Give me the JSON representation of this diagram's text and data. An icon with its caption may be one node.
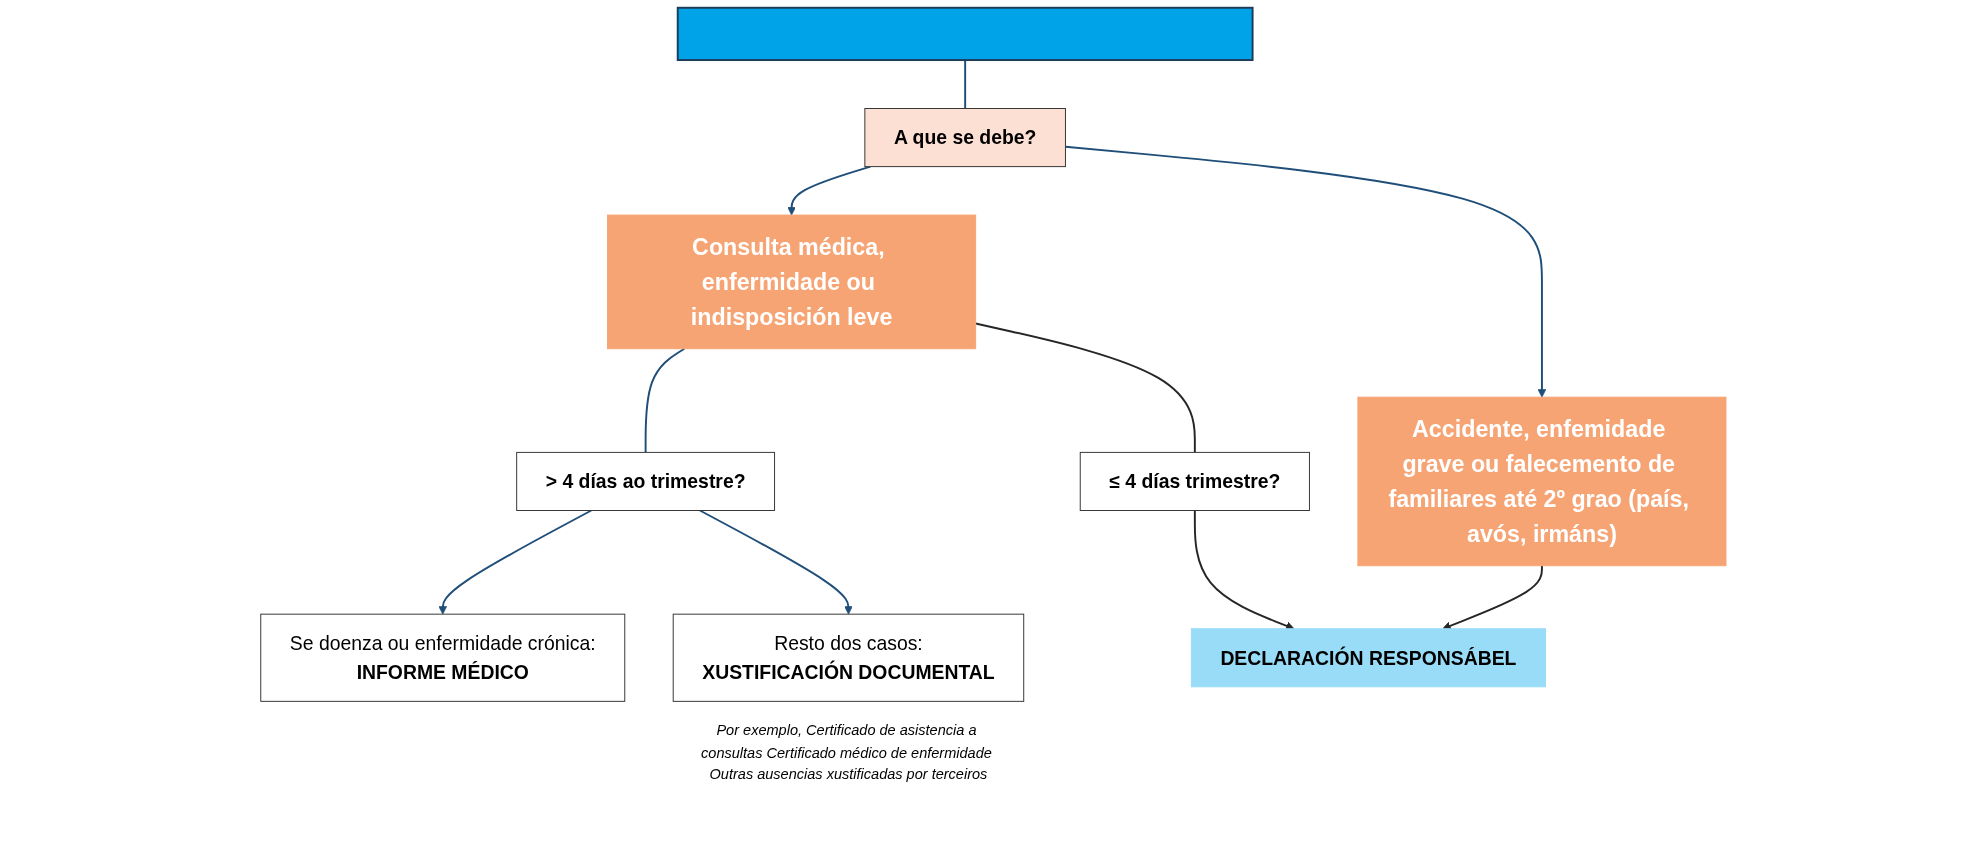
{
  "diagram": {
    "nodes": [
      {
        "text": [],
        "shape": "bar"
      },
      {
        "text": [
          "A que se debe?"
        ]
      },
      {
        "text": [
          "Consulta médica, enfermidade ou indisposición leve"
        ]
      },
      {
        "text": [
          "Accidente, enfemidade grave ou falecemento de familiares até 2º grao (país, avós, irmáns)"
        ]
      },
      {
        "text": [
          "> 4 días ao trimestre?"
        ]
      },
      {
        "text": [
          "Se doenza ou enfermidade crónica:",
          "INFORME MÉDICO"
        ]
      },
      {
        "text": [
          "Resto dos casos:",
          "XUSTIFICACIÓN DOCUMENTAL"
        ],
        "beside": [
          "Por exemplo, Certificado de asistencia a consultas Certificado médico de enfermidade Outras ausencias xustificadas por terceiros"
        ]
      },
      {
        "text": [
          "≤ 4 días trimestre?"
        ]
      },
      {
        "text": [
          "DECLARACIÓN RESPONSÁBEL"
        ]
      }
    ],
    "edges": [
      {
        "from": 0,
        "to": 1,
        "arrow": "none"
      },
      {
        "from": 1,
        "to": 2,
        "arrow": "to"
      },
      {
        "from": 1,
        "to": 3,
        "arrow": "to"
      },
      {
        "from": 2,
        "to": 4,
        "arrow": "none"
      },
      {
        "from": 4,
        "to": 5,
        "arrow": "to"
      },
      {
        "from": 4,
        "to": 6,
        "arrow": "to"
      },
      {
        "from": 2,
        "to": 7,
        "arrow": "none",
        "color": "#262626"
      },
      {
        "from": 7,
        "to": 8,
        "arrow": "to",
        "color": "#262626"
      },
      {
        "from": 3,
        "to": 8,
        "arrow": "to",
        "color": "#262626"
      }
    ]
  }
}
